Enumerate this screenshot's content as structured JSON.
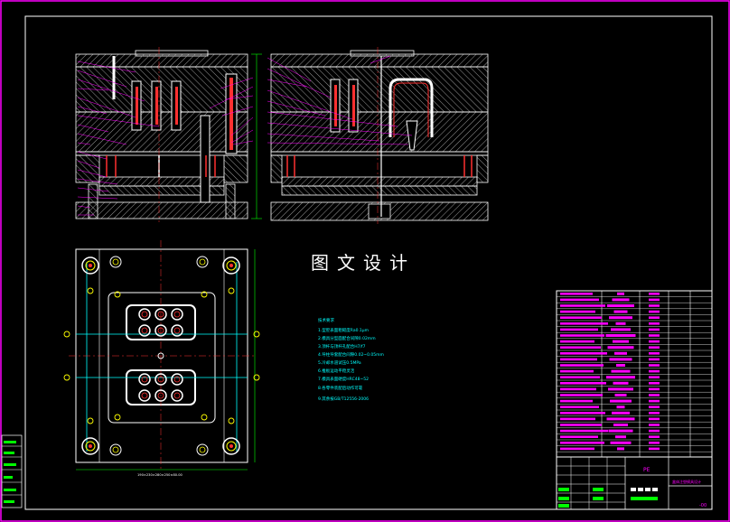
{
  "drawing": {
    "watermark": "图文设计",
    "material": "PE",
    "drawing_no": "-00",
    "title_name": "盒体注塑模具设计",
    "scale_label": "190×230×280×250×80.00"
  },
  "tech_notes": {
    "heading": "技术要求",
    "lines": [
      "1.型腔表面粗糙度Ra0.1μm",
      "2.模具分型面配合间隙0.02mm",
      "3.顶杆与顶杆孔配合H7/f7",
      "4.导柱导套配合间隙0.02~0.05mm",
      "5.冷却水道试压0.5MPa",
      "6.推板运动平稳灵活",
      "7.模具表面硬度HRC48~52",
      "8.各零件装配后动作可靠",
      "9.其余按GB/T12556-2006"
    ]
  },
  "colors": {
    "line": "#ffffff",
    "accent": "#ff00ff",
    "cyan": "#00ffff",
    "yellow": "#ffff00",
    "green": "#00ff00",
    "red": "#ff3030"
  }
}
